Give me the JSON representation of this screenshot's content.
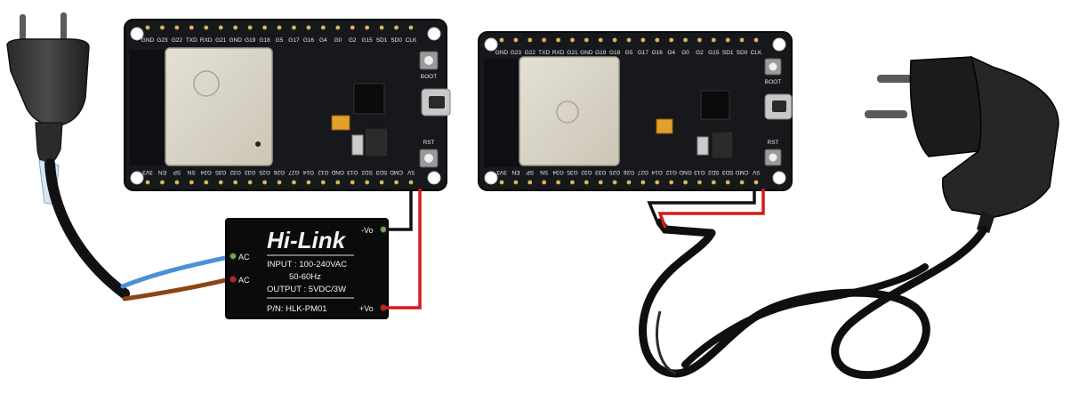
{
  "boards": [
    {
      "top_pins": [
        "GND",
        "G23",
        "G22",
        "TXD",
        "RXD",
        "G21",
        "GND",
        "G19",
        "G18",
        "G5",
        "G17",
        "G16",
        "G4",
        "G0",
        "G2",
        "G15",
        "SD1",
        "SD0",
        "CLK"
      ],
      "bottom_pins": [
        "3V3",
        "EN",
        "SP",
        "SN",
        "G34",
        "G35",
        "G32",
        "G33",
        "G25",
        "G26",
        "G27",
        "G14",
        "G12",
        "GND",
        "G13",
        "SD2",
        "SD3",
        "CMD",
        "5V"
      ],
      "boot_label": "BOOT",
      "rst_label": "RST"
    },
    {
      "top_pins": [
        "GND",
        "G23",
        "G22",
        "TXD",
        "RXD",
        "G21",
        "GND",
        "G19",
        "G18",
        "G5",
        "G17",
        "G16",
        "G4",
        "G0",
        "G2",
        "G15",
        "SD1",
        "SD0",
        "CLK"
      ],
      "bottom_pins": [
        "3V3",
        "EN",
        "SP",
        "SN",
        "G34",
        "G35",
        "G32",
        "G33",
        "G25",
        "G26",
        "G27",
        "G14",
        "G12",
        "GND",
        "G13",
        "SD2",
        "SD3",
        "CMD",
        "5V"
      ],
      "boot_label": "BOOT",
      "rst_label": "RST"
    }
  ],
  "hilink": {
    "brand": "Hi-Link",
    "input_line1": "INPUT : 100-240VAC",
    "input_line2": "50-60Hz",
    "output_line": "OUTPUT : 5VDC/3W",
    "part_number": "P/N: HLK-PM01",
    "ac1": "AC",
    "ac2": "AC",
    "vo_minus": "-Vo",
    "vo_plus": "+Vo"
  },
  "colors": {
    "pcb": "#16181c",
    "wire_red": "#d7191c",
    "wire_black": "#111111",
    "wire_blue": "#4a90d9",
    "wire_brown": "#8b4513",
    "module": "#0b0b0b"
  }
}
